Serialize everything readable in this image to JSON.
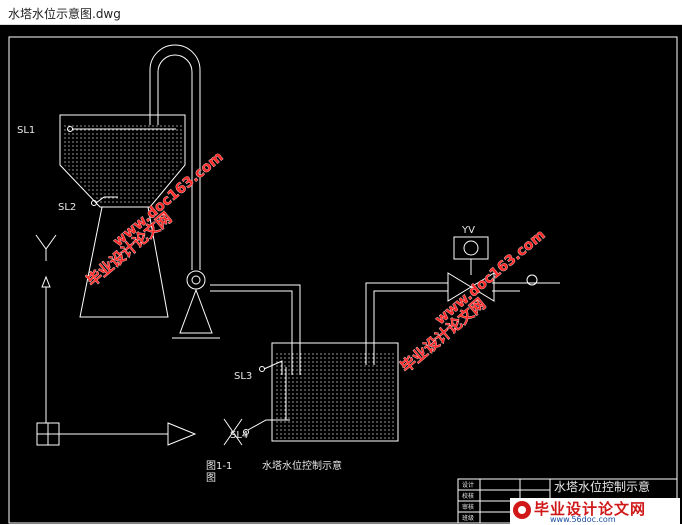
{
  "window": {
    "title": "水塔水位示意图.dwg"
  },
  "drawing": {
    "labels": {
      "sl1": "SL1",
      "sl2": "SL2",
      "sl3": "SL3",
      "sl4": "SL4",
      "yv": "YV",
      "fig_label_1": "图1-1",
      "fig_label_2": "图",
      "fig_caption": "水塔水位控制示意"
    },
    "title_block": {
      "title": "水塔水位控制示意",
      "row1": "设计",
      "row2": "校核",
      "row3": "审核",
      "row4": "班级"
    }
  },
  "watermarks": [
    {
      "text": "毕业设计论文网"
    },
    {
      "text": "www.doc163.com"
    }
  ],
  "brand": {
    "name": "毕业设计论文网",
    "url": "www.56doc.com"
  },
  "colors": {
    "background": "#000000",
    "lines": "#ffffff",
    "watermark": "#ff2a2a"
  }
}
